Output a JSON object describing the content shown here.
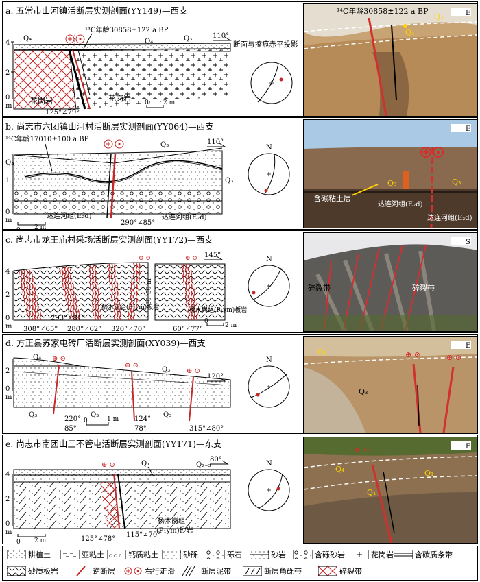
{
  "panels": [
    {
      "title": "a. 五常市山河镇活断层实测剖面(YY149)—西支",
      "labels": {
        "c14": "¹⁴C年龄30858±122 a BP",
        "q4a": "Q₄",
        "q4b": "Q₄",
        "q3": "Q₃",
        "az": "110°",
        "stereo_caption": "断面与擦痕赤平投影",
        "rock1": "花岗岩",
        "rock2": "花岗岩",
        "attitude": "125°∠79°",
        "scale": "2 m",
        "s0": "0",
        "m": "m",
        "y4": "4",
        "y2": "2",
        "y0": "0"
      },
      "photo": {
        "c14": "¹⁴C年龄30858±122 a BP",
        "q3": "Q₃",
        "q3b": "Q₃",
        "e": "E"
      }
    },
    {
      "title": "b. 尚志市六团镇山河村活断层实测剖面(YY064)—西支",
      "labels": {
        "c14": "¹⁴C年龄17010±100 a BP",
        "q3": "Q₃",
        "q3l": "Q₃",
        "q3r": "Q₃",
        "az": "110°",
        "rock1": "达连河组(E₂d)",
        "rock2": "达连河组(E₂d)",
        "attitude": "290°∠85°",
        "scale": "2 m",
        "s0": "0",
        "m": "m",
        "y1": "1",
        "y0": "0",
        "n": "N"
      },
      "photo": {
        "carbon": "含碳粘土层",
        "q3a": "Q₃",
        "q3b": "Q₃",
        "rock1": "达连河组(E₂d)",
        "rock2": "达连河组(E₂d)",
        "e": "E"
      }
    },
    {
      "title": "c. 尚志市龙王庙村采场活断层实测剖面(YY172)—西支",
      "labels": {
        "a1": "293°∠81°",
        "a2": "308°∠65°",
        "a3": "280°∠62°",
        "a4": "320°∠70°",
        "a5": "60°∠77°",
        "rock": "杨木岗组(P₁ym)板岩",
        "rock2": "杨木岗组(P₁ym)板岩",
        "az": "145°",
        "gap": "30–50 m",
        "scale": "2 m",
        "s0": "0",
        "m": "m",
        "y4": "4",
        "y2": "2",
        "y0": "0",
        "scale2": "2 m",
        "n": "N"
      },
      "photo": {
        "crush1": "碎裂带",
        "crush2": "碎裂带",
        "s": "S"
      }
    },
    {
      "title": "d. 方正县苏家屯砖厂活断层实测剖面(XY039)—西支",
      "labels": {
        "q4": "Q₄",
        "q3a": "Q₃",
        "q3b": "Q₃",
        "q3c": "Q₃",
        "q3d": "Q₃",
        "az": "120°",
        "a1": "220°",
        "a1b": "85°",
        "a2": "124°",
        "a2b": "78°",
        "a3": "315°∠80°",
        "scale": "1 m",
        "s0": "0",
        "m": "m",
        "y2": "2",
        "y0": "0",
        "n": "N"
      },
      "photo": {
        "q4": "Q₄",
        "q3": "Q₃",
        "e": "E"
      }
    },
    {
      "title": "e. 尚志市南团山三不管屯活断层实测剖面(YY171)—东支",
      "labels": {
        "q1": "Q₁",
        "q23": "Q₂₋₃",
        "az": "80°",
        "a1": "125°∠78°",
        "a2": "115°∠70°",
        "rock": "杨木岗组",
        "rock2": "(P₁ym)砂岩",
        "scale": "2 m",
        "s0": "0",
        "m": "m",
        "y4": "4",
        "y2": "2",
        "y0": "0",
        "n": "N"
      },
      "photo": {
        "q4": "Q₄",
        "q1": "Q₁",
        "q1b": "Q₁",
        "e": "E"
      }
    }
  ],
  "legend": [
    {
      "label": "耕植土"
    },
    {
      "label": "亚粘土"
    },
    {
      "label": "钙质粘土"
    },
    {
      "label": "砂砾"
    },
    {
      "label": "砾石"
    },
    {
      "label": "砂岩"
    },
    {
      "label": "含砾砂岩"
    },
    {
      "label": "花岗岩"
    },
    {
      "label": "含碳质条带"
    },
    {
      "label": "砂质板岩"
    },
    {
      "label": "逆断层"
    },
    {
      "label": "右行走滑"
    },
    {
      "label": "断层泥带"
    },
    {
      "label": "断层角砾带"
    },
    {
      "label": "碎裂带"
    }
  ]
}
